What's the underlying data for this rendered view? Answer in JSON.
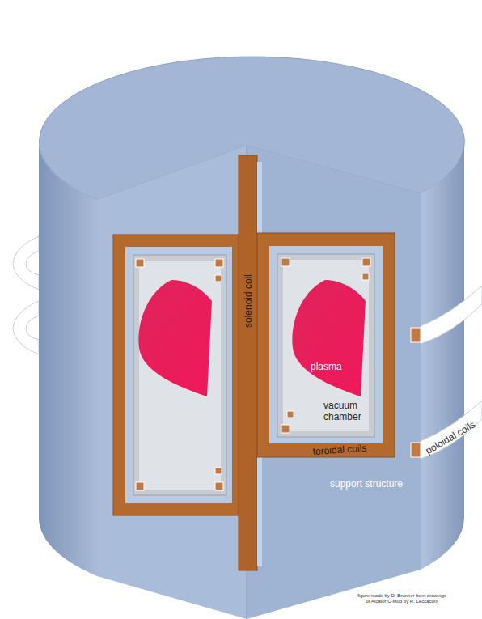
{
  "diagram": {
    "labels": [
      "solenoid coil",
      "plasma",
      "vacuum chamber",
      "toroidal coils",
      "poloidal coils",
      "support structure",
      "figure made by D. Brunner from drawings of Alcator C-Mod by R. Leccaconi"
    ]
  }
}
